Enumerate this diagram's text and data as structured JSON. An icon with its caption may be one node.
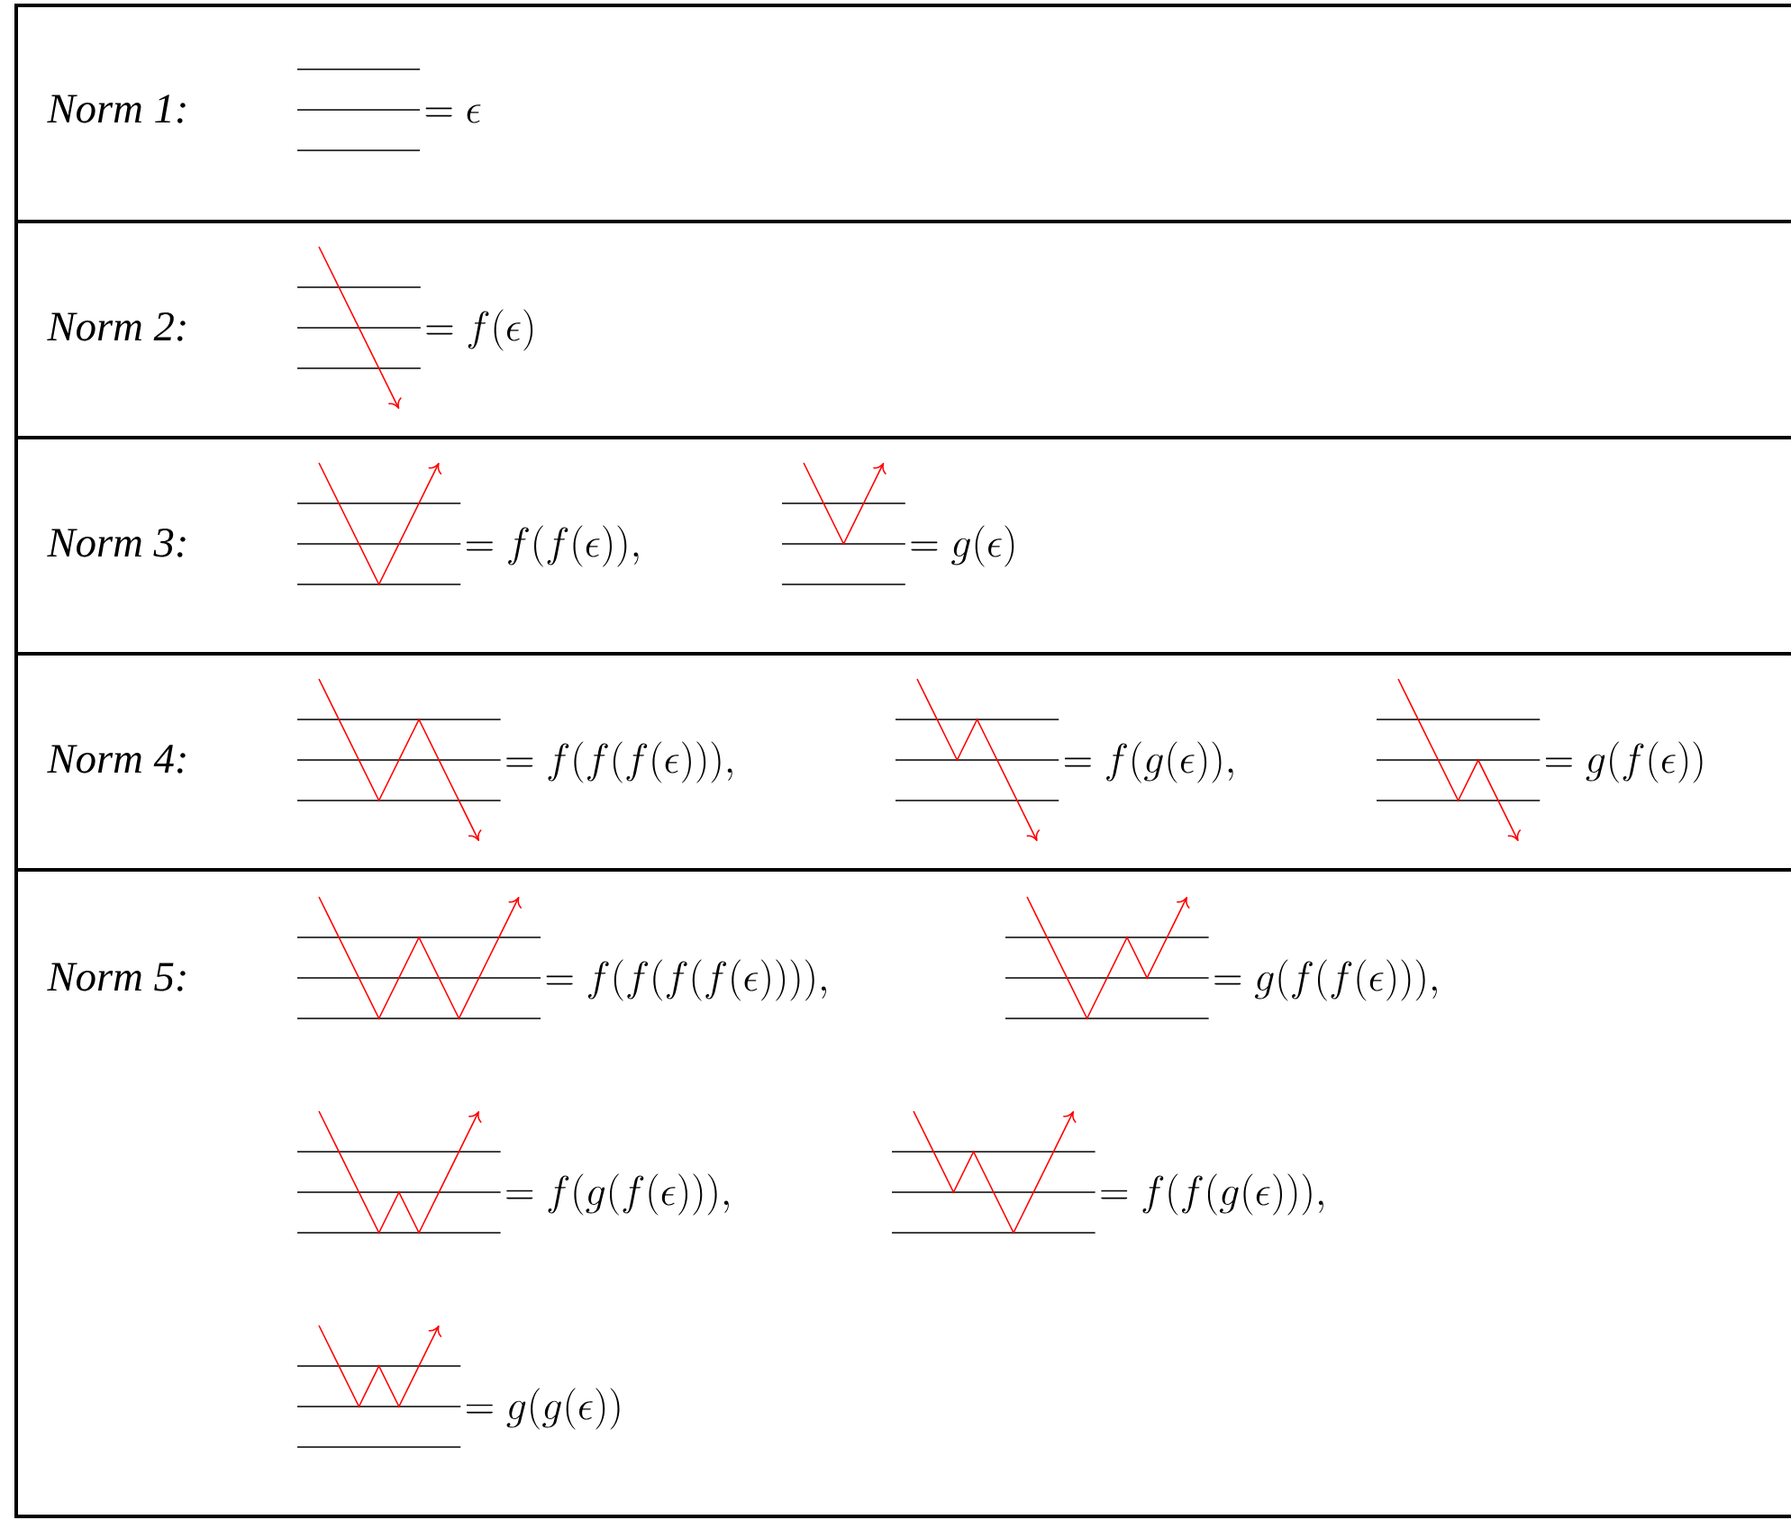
{
  "diagram": {
    "nodes": [
      {
        "text": [
          "Norm 1:",
          "= \\epsilon"
        ]
      },
      {
        "text": [
          "Norm 2:",
          "= f(\\epsilon)"
        ]
      },
      {
        "text": [
          "Norm 3:",
          "= f(f(\\epsilon)),",
          "= g(\\epsilon)"
        ]
      },
      {
        "text": [
          "Norm 4:",
          "= f(f(f(\\epsilon))),",
          "= f(g(\\epsilon)),",
          "= g(f(\\epsilon))"
        ]
      },
      {
        "text": [
          "Norm 5:",
          "= f(f(f(f(\\epsilon)))),",
          "= g(f(f(\\epsilon))),",
          "= f(g(f(\\epsilon))),",
          "= f(f(g(\\epsilon))),",
          "= g(g(\\epsilon))"
        ]
      }
    ]
  }
}
